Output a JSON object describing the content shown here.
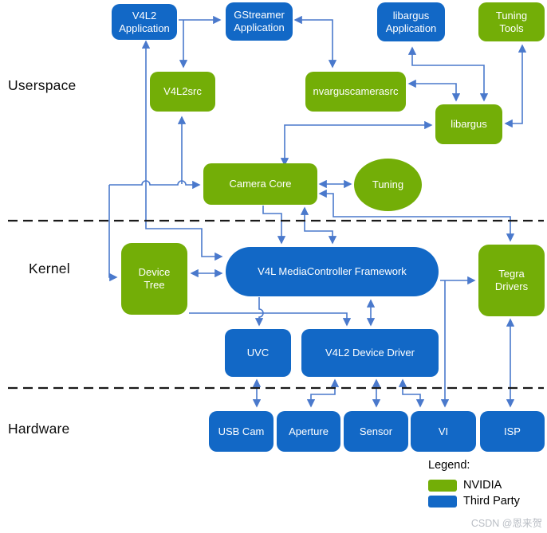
{
  "sections": {
    "userspace": "Userspace",
    "kernel": "Kernel",
    "hardware": "Hardware"
  },
  "nodes": {
    "v4l2_app": "V4L2 Application",
    "gstreamer_app": "GStreamer Application",
    "libargus_app": "libargus Application",
    "tuning_tools": "Tuning Tools",
    "v4l2src": "V4L2src",
    "nvarguscamerasrc": "nvarguscamerasrc",
    "libargus": "libargus",
    "camera_core": "Camera Core",
    "tuning": "Tuning",
    "device_tree": "Device Tree",
    "v4l_framework": "V4L MediaController Framework",
    "tegra_drivers": "Tegra Drivers",
    "uvc": "UVC",
    "v4l2_device_driver": "V4L2 Device Driver",
    "usb_cam": "USB Cam",
    "aperture": "Aperture",
    "sensor": "Sensor",
    "vi": "VI",
    "isp": "ISP"
  },
  "legend": {
    "title": "Legend:",
    "items": [
      {
        "label": "NVIDIA",
        "color": "#73ae07"
      },
      {
        "label": "Third Party",
        "color": "#1268c6"
      }
    ]
  },
  "colors": {
    "nvidia_green": "#73ae07",
    "third_party_blue": "#1268c6",
    "arrow_blue": "#4a79cc",
    "boundary_dash": "#1a1a1a"
  },
  "watermark": "CSDN @恩来贺"
}
